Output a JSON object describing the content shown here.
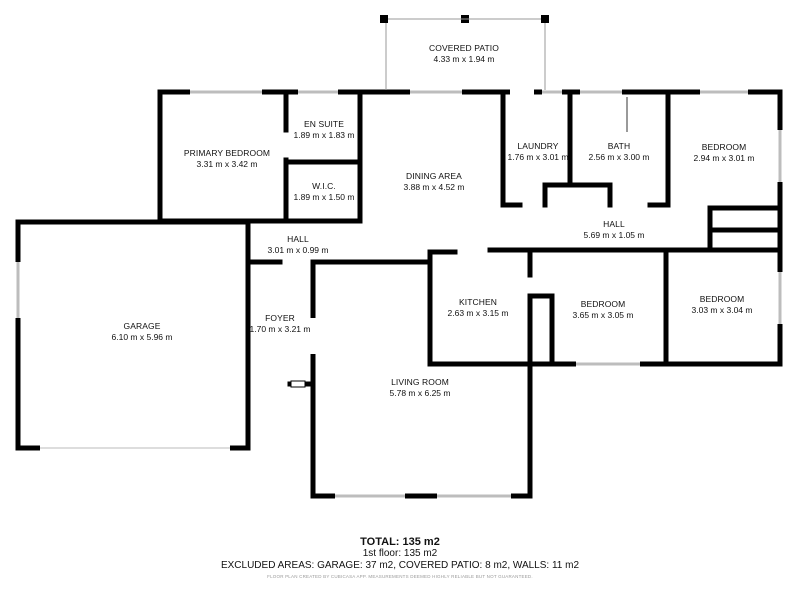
{
  "rooms": [
    {
      "id": "covered-patio",
      "name": "COVERED PATIO",
      "dims": "4.33 m x 1.94 m"
    },
    {
      "id": "primary-bedroom",
      "name": "PRIMARY BEDROOM",
      "dims": "3.31 m x 3.42 m"
    },
    {
      "id": "en-suite",
      "name": "EN SUITE",
      "dims": "1.89 m x 1.83 m"
    },
    {
      "id": "wic",
      "name": "W.I.C.",
      "dims": "1.89 m x 1.50 m"
    },
    {
      "id": "dining-area",
      "name": "DINING AREA",
      "dims": "3.88 m x 4.52 m"
    },
    {
      "id": "laundry",
      "name": "LAUNDRY",
      "dims": "1.76 m x 3.01 m"
    },
    {
      "id": "bath",
      "name": "BATH",
      "dims": "2.56 m x 3.00 m"
    },
    {
      "id": "bedroom-ne",
      "name": "BEDROOM",
      "dims": "2.94 m x 3.01 m"
    },
    {
      "id": "hall-west",
      "name": "HALL",
      "dims": "3.01 m x 0.99 m"
    },
    {
      "id": "hall-east",
      "name": "HALL",
      "dims": "5.69 m x 1.05 m"
    },
    {
      "id": "garage",
      "name": "GARAGE",
      "dims": "6.10 m x 5.96 m"
    },
    {
      "id": "foyer",
      "name": "FOYER",
      "dims": "1.70 m x 3.21 m"
    },
    {
      "id": "kitchen",
      "name": "KITCHEN",
      "dims": "2.63 m x 3.15 m"
    },
    {
      "id": "bedroom-mid",
      "name": "BEDROOM",
      "dims": "3.65 m x 3.05 m"
    },
    {
      "id": "bedroom-se",
      "name": "BEDROOM",
      "dims": "3.03 m x 3.04 m"
    },
    {
      "id": "living-room",
      "name": "LIVING ROOM",
      "dims": "5.78 m x 6.25 m"
    }
  ],
  "summary": {
    "total": "TOTAL: 135 m2",
    "floor": "1st floor: 135 m2",
    "excluded": "EXCLUDED AREAS: GARAGE: 37 m2, COVERED PATIO: 8 m2, WALLS: 11 m2",
    "disclaimer": "FLOOR PLAN CREATED BY CUBICASA APP. MEASUREMENTS DEEMED HIGHLY RELIABLE BUT NOT GUARANTEED."
  },
  "colors": {
    "wall": "#000000",
    "window": "#bdbdbd",
    "background": "#ffffff"
  }
}
